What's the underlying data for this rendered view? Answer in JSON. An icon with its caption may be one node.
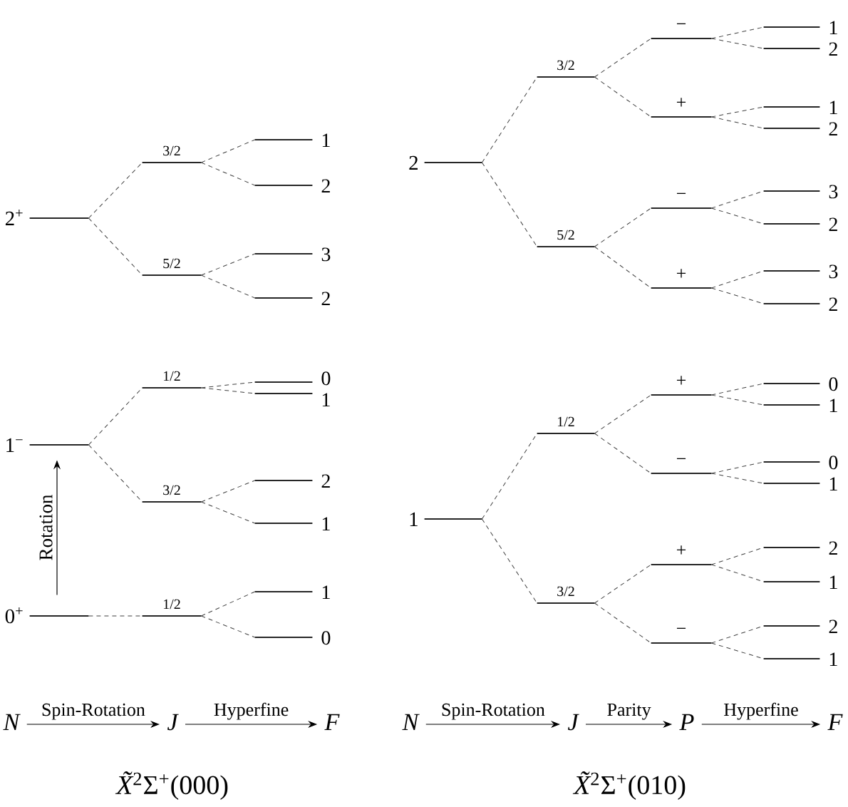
{
  "diagram": {
    "nodes": [
      {
        "text": [
          "2$^{+}$"
        ]
      },
      {
        "text": [
          "3/2"
        ]
      },
      {
        "text": [
          "1"
        ]
      },
      {
        "text": [
          "2"
        ]
      },
      {
        "text": [
          "5/2"
        ]
      },
      {
        "text": [
          "3"
        ]
      },
      {
        "text": [
          "2"
        ]
      },
      {
        "text": [
          "1$^{−}$"
        ]
      },
      {
        "text": [
          "1/2"
        ]
      },
      {
        "text": [
          "0"
        ]
      },
      {
        "text": [
          "1"
        ]
      },
      {
        "text": [
          "3/2"
        ]
      },
      {
        "text": [
          "2"
        ]
      },
      {
        "text": [
          "1"
        ]
      },
      {
        "text": [
          "0$^{+}$"
        ]
      },
      {
        "text": [
          "1/2"
        ]
      },
      {
        "text": [
          "1"
        ]
      },
      {
        "text": [
          "0"
        ]
      },
      {
        "text": [
          "2"
        ]
      },
      {
        "text": [
          "3/2"
        ]
      },
      {
        "text": [
          "−"
        ]
      },
      {
        "text": [
          "1"
        ]
      },
      {
        "text": [
          "2"
        ]
      },
      {
        "text": [
          "+"
        ]
      },
      {
        "text": [
          "1"
        ]
      },
      {
        "text": [
          "2"
        ]
      },
      {
        "text": [
          "5/2"
        ]
      },
      {
        "text": [
          "−"
        ]
      },
      {
        "text": [
          "3"
        ]
      },
      {
        "text": [
          "2"
        ]
      },
      {
        "text": [
          "+"
        ]
      },
      {
        "text": [
          "3"
        ]
      },
      {
        "text": [
          "2"
        ]
      },
      {
        "text": [
          "1"
        ]
      },
      {
        "text": [
          "1/2"
        ]
      },
      {
        "text": [
          "+"
        ]
      },
      {
        "text": [
          "0"
        ]
      },
      {
        "text": [
          "1"
        ]
      },
      {
        "text": [
          "−"
        ]
      },
      {
        "text": [
          "0"
        ]
      },
      {
        "text": [
          "1"
        ]
      },
      {
        "text": [
          "3/2"
        ]
      },
      {
        "text": [
          "+"
        ]
      },
      {
        "text": [
          "2"
        ]
      },
      {
        "text": [
          "1"
        ]
      },
      {
        "text": [
          "−"
        ]
      },
      {
        "text": [
          "2"
        ]
      },
      {
        "text": [
          "1"
        ]
      },
      {
        "text": [
          "N"
        ]
      },
      {
        "text": [
          "J"
        ]
      },
      {
        "text": [
          "F"
        ]
      },
      {
        "text": [
          "N"
        ]
      },
      {
        "text": [
          "J"
        ]
      },
      {
        "text": [
          "P"
        ]
      },
      {
        "text": [
          "F"
        ]
      }
    ],
    "edges": [
      {
        "from": 0,
        "to": 1,
        "arrow": "none",
        "style": "dashed"
      },
      {
        "from": 0,
        "to": 4,
        "arrow": "none",
        "style": "dashed"
      },
      {
        "from": 1,
        "to": 2,
        "arrow": "none",
        "style": "dashed"
      },
      {
        "from": 1,
        "to": 3,
        "arrow": "none",
        "style": "dashed"
      },
      {
        "from": 4,
        "to": 5,
        "arrow": "none",
        "style": "dashed"
      },
      {
        "from": 4,
        "to": 6,
        "arrow": "none",
        "style": "dashed"
      },
      {
        "from": 7,
        "to": 8,
        "arrow": "none",
        "style": "dashed"
      },
      {
        "from": 7,
        "to": 11,
        "arrow": "none",
        "style": "dashed"
      },
      {
        "from": 8,
        "to": 9,
        "arrow": "none",
        "style": "dashed"
      },
      {
        "from": 8,
        "to": 10,
        "arrow": "none",
        "style": "dashed"
      },
      {
        "from": 11,
        "to": 12,
        "arrow": "none",
        "style": "dashed"
      },
      {
        "from": 11,
        "to": 13,
        "arrow": "none",
        "style": "dashed"
      },
      {
        "from": 14,
        "to": 15,
        "arrow": "none",
        "style": "dashed"
      },
      {
        "from": 15,
        "to": 16,
        "arrow": "none",
        "style": "dashed"
      },
      {
        "from": 15,
        "to": 17,
        "arrow": "none",
        "style": "dashed"
      },
      {
        "from": 14,
        "to": 7,
        "arrow": "to",
        "label": "Rotation"
      },
      {
        "from": 18,
        "to": 19,
        "arrow": "none",
        "style": "dashed"
      },
      {
        "from": 18,
        "to": 26,
        "arrow": "none",
        "style": "dashed"
      },
      {
        "from": 19,
        "to": 20,
        "arrow": "none",
        "style": "dashed"
      },
      {
        "from": 19,
        "to": 23,
        "arrow": "none",
        "style": "dashed"
      },
      {
        "from": 20,
        "to": 21,
        "arrow": "none",
        "style": "dashed"
      },
      {
        "from": 20,
        "to": 22,
        "arrow": "none",
        "style": "dashed"
      },
      {
        "from": 23,
        "to": 24,
        "arrow": "none",
        "style": "dashed"
      },
      {
        "from": 23,
        "to": 25,
        "arrow": "none",
        "style": "dashed"
      },
      {
        "from": 26,
        "to": 27,
        "arrow": "none",
        "style": "dashed"
      },
      {
        "from": 26,
        "to": 30,
        "arrow": "none",
        "style": "dashed"
      },
      {
        "from": 27,
        "to": 28,
        "arrow": "none",
        "style": "dashed"
      },
      {
        "from": 27,
        "to": 29,
        "arrow": "none",
        "style": "dashed"
      },
      {
        "from": 30,
        "to": 31,
        "arrow": "none",
        "style": "dashed"
      },
      {
        "from": 30,
        "to": 32,
        "arrow": "none",
        "style": "dashed"
      },
      {
        "from": 33,
        "to": 34,
        "arrow": "none",
        "style": "dashed"
      },
      {
        "from": 33,
        "to": 41,
        "arrow": "none",
        "style": "dashed"
      },
      {
        "from": 34,
        "to": 35,
        "arrow": "none",
        "style": "dashed"
      },
      {
        "from": 34,
        "to": 38,
        "arrow": "none",
        "style": "dashed"
      },
      {
        "from": 35,
        "to": 36,
        "arrow": "none",
        "style": "dashed"
      },
      {
        "from": 35,
        "to": 37,
        "arrow": "none",
        "style": "dashed"
      },
      {
        "from": 38,
        "to": 39,
        "arrow": "none",
        "style": "dashed"
      },
      {
        "from": 38,
        "to": 40,
        "arrow": "none",
        "style": "dashed"
      },
      {
        "from": 41,
        "to": 42,
        "arrow": "none",
        "style": "dashed"
      },
      {
        "from": 41,
        "to": 45,
        "arrow": "none",
        "style": "dashed"
      },
      {
        "from": 42,
        "to": 43,
        "arrow": "none",
        "style": "dashed"
      },
      {
        "from": 42,
        "to": 44,
        "arrow": "none",
        "style": "dashed"
      },
      {
        "from": 45,
        "to": 46,
        "arrow": "none",
        "style": "dashed"
      },
      {
        "from": 45,
        "to": 47,
        "arrow": "none",
        "style": "dashed"
      },
      {
        "from": 48,
        "to": 49,
        "arrow": "to",
        "label": "Spin-Rotation"
      },
      {
        "from": 49,
        "to": 50,
        "arrow": "to",
        "label": "Hyperfine"
      },
      {
        "from": 51,
        "to": 52,
        "arrow": "to",
        "label": "Spin-Rotation"
      },
      {
        "from": 52,
        "to": 53,
        "arrow": "to",
        "label": "Parity"
      },
      {
        "from": 53,
        "to": 54,
        "arrow": "to",
        "label": "Hyperfine"
      }
    ],
    "labels": [
      "*X̃*$^{2}$Σ$^{+}$(000)",
      "*X̃*$^{2}$Σ$^{+}$(010)"
    ]
  }
}
